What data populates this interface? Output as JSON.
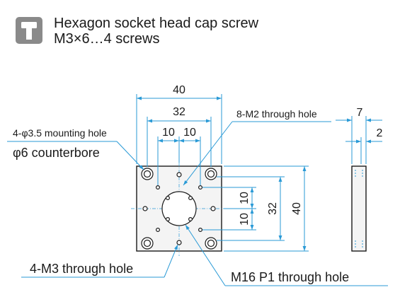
{
  "header": {
    "line1": "Hexagon socket head cap screw",
    "line2": "M3×6…4 screws",
    "icon": "screw-icon"
  },
  "dimensions": {
    "top_width": "40",
    "mid_width": "32",
    "spacing_a": "10",
    "spacing_b": "10",
    "side_width": "7",
    "side_depth": "2",
    "right_10a": "10",
    "right_10b": "10",
    "right_32": "32",
    "right_40": "40"
  },
  "labels": {
    "mounting_hole": "4-φ3.5 mounting hole",
    "counterbore": "φ6 counterbore",
    "m2_hole": "8-M2 through hole",
    "m3_hole": "4-M3 through hole",
    "m16_hole": "M16 P1 through hole"
  },
  "colors": {
    "dimension_line": "#2a9ad6",
    "outline": "#1a1a1a",
    "icon_bg": "#8a8a8a"
  }
}
